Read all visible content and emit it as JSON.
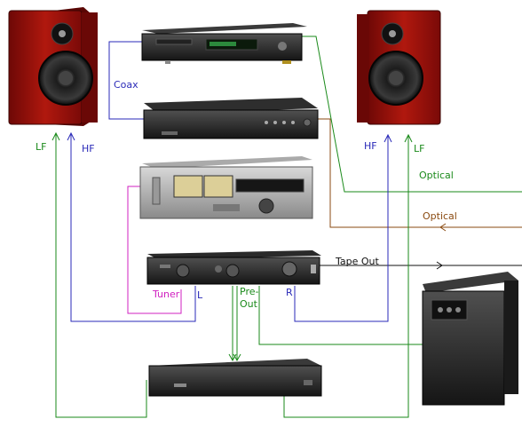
{
  "labels": {
    "coax": "Coax",
    "lf_left": "LF",
    "hf_left": "HF",
    "hf_right": "HF",
    "lf_right": "LF",
    "optical_1": "Optical",
    "optical_2": "Optical",
    "tape_out": "Tape Out",
    "tuner": "Tuner",
    "l": "L",
    "pre_out_1": "Pre-",
    "pre_out_2": "Out",
    "r": "R"
  },
  "colors": {
    "green_wire": "#1a8a1a",
    "blue_wire": "#2a2ab8",
    "brown_wire": "#8a4a10",
    "magenta_wire": "#d020c0",
    "black_wire": "#111111",
    "speaker_wood": "#a0100c",
    "equipment_body": "#2a2a2a"
  }
}
